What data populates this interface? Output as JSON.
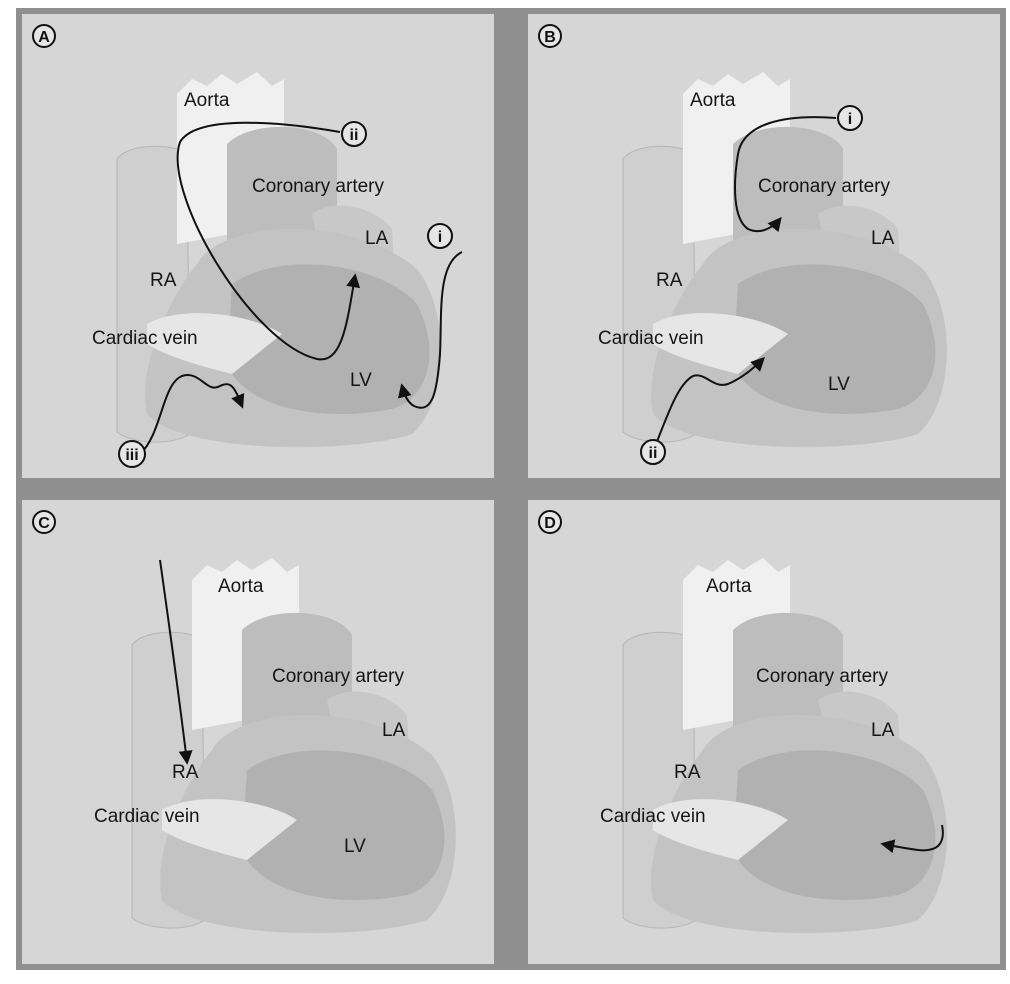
{
  "panels": [
    {
      "id": "A",
      "letter": "A",
      "labels": {
        "aorta": "Aorta",
        "coronary": "Coronary artery",
        "la": "LA",
        "ra": "RA",
        "vein": "Cardiac vein",
        "lv": "LV"
      },
      "routes": [
        {
          "numeral": "i"
        },
        {
          "numeral": "ii"
        },
        {
          "numeral": "iii"
        }
      ]
    },
    {
      "id": "B",
      "letter": "B",
      "labels": {
        "aorta": "Aorta",
        "coronary": "Coronary artery",
        "la": "LA",
        "ra": "RA",
        "vein": "Cardiac vein",
        "lv": "LV"
      },
      "routes": [
        {
          "numeral": "i"
        },
        {
          "numeral": "ii"
        }
      ]
    },
    {
      "id": "C",
      "letter": "C",
      "labels": {
        "aorta": "Aorta",
        "coronary": "Coronary artery",
        "la": "LA",
        "ra": "RA",
        "vein": "Cardiac vein",
        "lv": "LV"
      },
      "routes": []
    },
    {
      "id": "D",
      "letter": "D",
      "labels": {
        "aorta": "Aorta",
        "coronary": "Coronary artery",
        "la": "LA",
        "ra": "RA",
        "vein": "Cardiac vein"
      },
      "routes": []
    }
  ],
  "colors": {
    "frame": "#8f8f8f",
    "panel": "#d6d6d6",
    "heart_light": "#ececec",
    "heart_mid": "#c4c4c4",
    "heart_dark": "#b3b3b3",
    "line": "#111111"
  }
}
